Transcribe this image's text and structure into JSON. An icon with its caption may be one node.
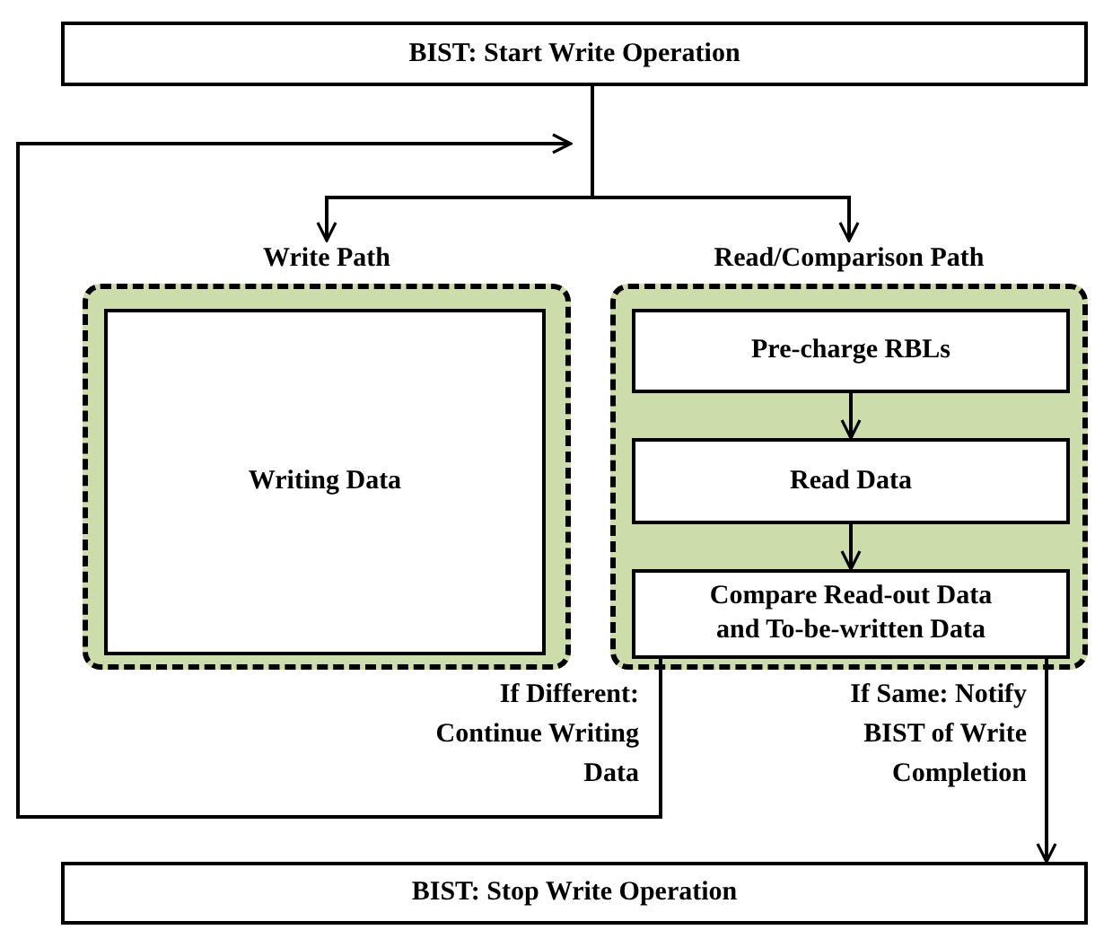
{
  "diagram": {
    "nodes": [
      {
        "text": [
          "BIST: Start Write Operation"
        ]
      },
      {
        "text": [
          "Write Path"
        ]
      },
      {
        "text": [
          "Writing Data"
        ],
        "in": 1
      },
      {
        "text": [
          "Read/Comparison Path"
        ]
      },
      {
        "text": [
          "Pre-charge RBLs"
        ],
        "in": 3
      },
      {
        "text": [
          "Read Data"
        ],
        "in": 3
      },
      {
        "text": [
          "Compare Read-out Data and To-be-written Data"
        ],
        "in": 3
      },
      {
        "text": [
          "BIST: Stop Write Operation"
        ]
      }
    ],
    "edges": [
      {
        "from": 0,
        "to": 1,
        "arrow": "to"
      },
      {
        "from": 0,
        "to": 3,
        "arrow": "to"
      },
      {
        "from": 4,
        "to": 5,
        "arrow": "to"
      },
      {
        "from": 5,
        "to": 6,
        "arrow": "to"
      },
      {
        "from": 6,
        "to": null,
        "arrow": "to",
        "label": "If Different: Continue Writing Data"
      },
      {
        "from": 6,
        "to": 7,
        "arrow": "to",
        "label": "If Same: Notify BIST of Write Completion"
      }
    ]
  }
}
